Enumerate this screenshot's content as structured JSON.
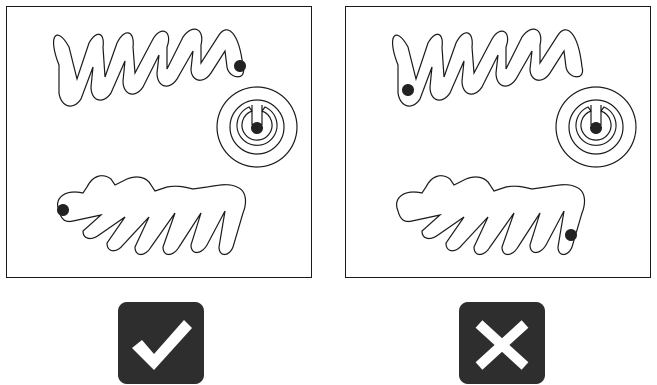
{
  "colors": {
    "outline": "#1a1a1a",
    "dot": "#222222",
    "badge": "#2e2e2e",
    "badge_glyph": "#ffffff"
  },
  "panels": [
    {
      "id": "left",
      "verdict": "correct",
      "icon": "check-icon"
    },
    {
      "id": "right",
      "verdict": "incorrect",
      "icon": "cross-icon"
    }
  ]
}
